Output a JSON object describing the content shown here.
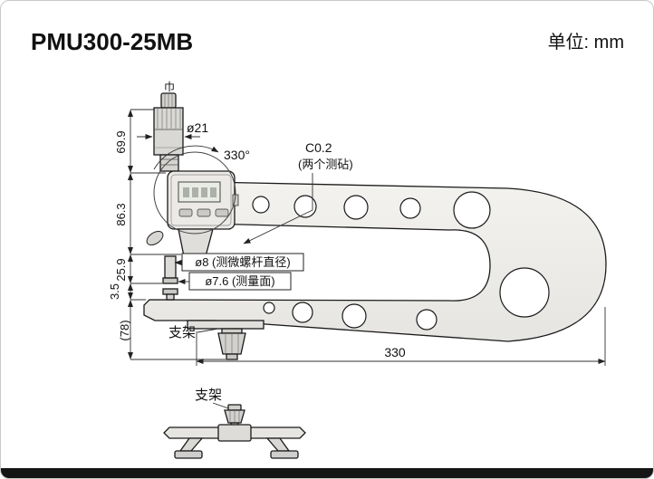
{
  "header": {
    "title": "PMU300-25MB",
    "unit_label": "单位: mm"
  },
  "drawing": {
    "top_symbol": "巾",
    "labels": {
      "thimble_diameter": "ø21",
      "display_rotation": "330°",
      "anvil_chamfer": "C0.2",
      "anvil_chamfer_note": "(两个测砧)",
      "spindle_diameter": "ø8 (测微螺杆直径)",
      "measuring_face_diameter": "ø7.6 (测量面)",
      "stand_label": "支架",
      "stand_caption": "支架"
    },
    "dimensions": {
      "upper_height": "69.9",
      "body_height": "86.3",
      "neck_height": "25.9",
      "gap": "3.5",
      "stand_height": "(78)",
      "throat_depth": "330"
    }
  }
}
